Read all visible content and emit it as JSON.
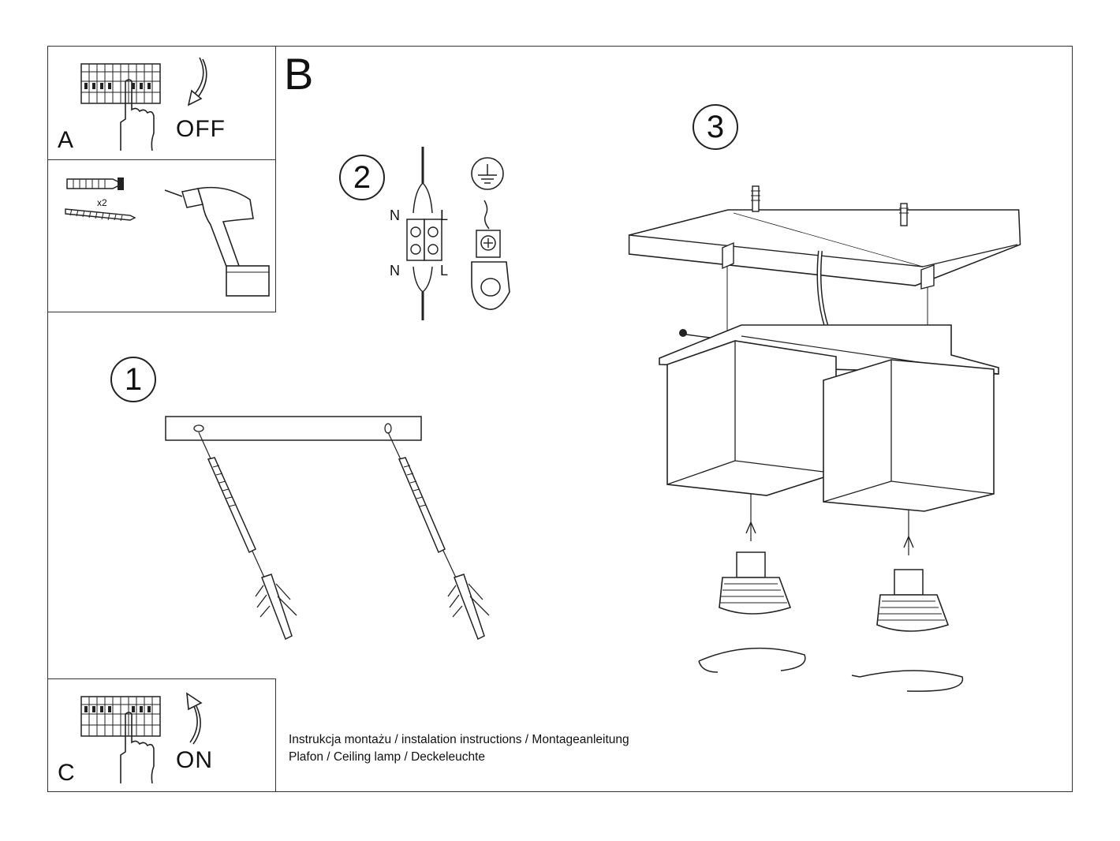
{
  "panel_a": {
    "letter": "A",
    "power_label": "OFF"
  },
  "panel_tools": {
    "quantity": "x2"
  },
  "panel_c": {
    "letter": "C",
    "power_label": "ON"
  },
  "section": {
    "letter": "B"
  },
  "steps": {
    "step1": "1",
    "step2": "2",
    "step3": "3"
  },
  "wiring": {
    "neutral_top": "N",
    "live_top": "L",
    "neutral_bottom": "N",
    "live_bottom": "L"
  },
  "footer": {
    "line1": "Instrukcja montażu / instalation instructions / Montageanleitung",
    "line2": "Plafon / Ceiling lamp / Deckeleuchte"
  }
}
